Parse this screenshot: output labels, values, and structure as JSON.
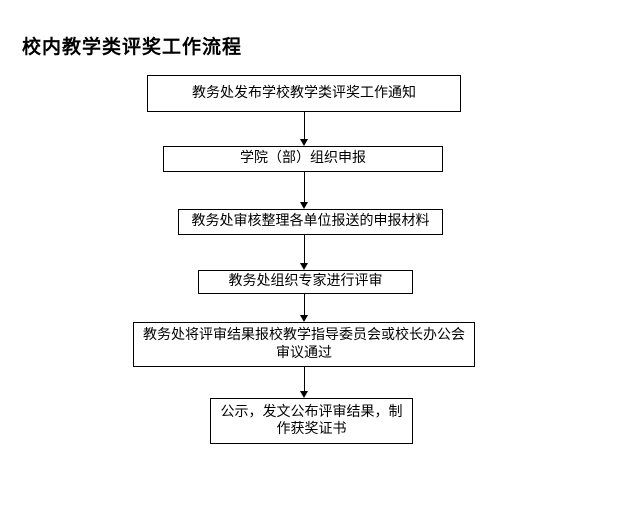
{
  "page": {
    "background_color": "#ffffff",
    "text_color": "#000000",
    "line_color": "#000000"
  },
  "title": "校内教学类评奖工作流程",
  "flowchart": {
    "box_fill_color": "#ffffff",
    "box_border_color": "#000000",
    "steps": [
      {
        "label": "教务处发布学校教学类评奖工作通知"
      },
      {
        "label": "学院（部）组织申报"
      },
      {
        "label": "教务处审核整理各单位报送的申报材料"
      },
      {
        "label": "教务处组织专家进行评审"
      },
      {
        "label": "教务处将评审结果报校教学指导委员会或校长办公会\n审议通过"
      },
      {
        "label": "公示，发文公布评审结果，制\n作获奖证书"
      }
    ]
  }
}
